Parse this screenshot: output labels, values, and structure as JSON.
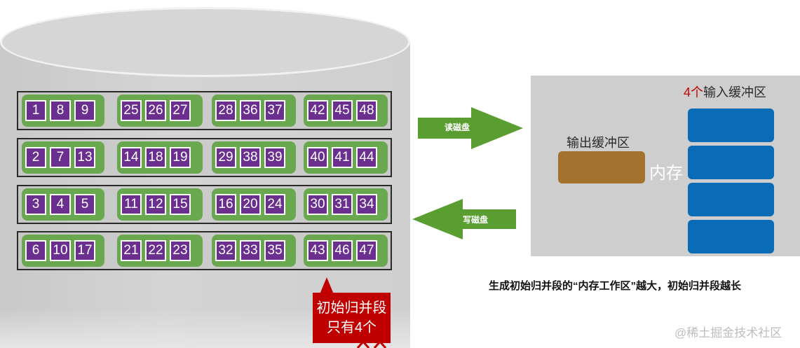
{
  "disk": {
    "rows": [
      {
        "groups": [
          [
            "1",
            "8",
            "9"
          ],
          [
            "25",
            "26",
            "27"
          ],
          [
            "28",
            "36",
            "37"
          ],
          [
            "42",
            "45",
            "48"
          ]
        ]
      },
      {
        "groups": [
          [
            "2",
            "7",
            "13"
          ],
          [
            "14",
            "18",
            "19"
          ],
          [
            "29",
            "38",
            "39"
          ],
          [
            "40",
            "41",
            "44"
          ]
        ]
      },
      {
        "groups": [
          [
            "3",
            "4",
            "5"
          ],
          [
            "11",
            "12",
            "15"
          ],
          [
            "16",
            "20",
            "24"
          ],
          [
            "30",
            "31",
            "34"
          ]
        ]
      },
      {
        "groups": [
          [
            "6",
            "10",
            "17"
          ],
          [
            "21",
            "22",
            "23"
          ],
          [
            "32",
            "33",
            "35"
          ],
          [
            "43",
            "46",
            "47"
          ]
        ]
      }
    ]
  },
  "arrows": {
    "read_label": "读磁盘",
    "write_label": "写磁盘"
  },
  "memory": {
    "output_buffer_label": "输出缓冲区",
    "memory_label": "内存",
    "input_title_count": "4个",
    "input_title_text": "输入缓冲区",
    "input_buffer_count": 4
  },
  "caption": "生成初始归并段的“内存工作区”越大，初始归并段越长",
  "callout": {
    "line1": "初始归并段",
    "line2": "只有4个"
  },
  "watermark": "@稀土掘金技术社区",
  "colors": {
    "cell": "#6b2f90",
    "group": "#6aa84f",
    "arrow": "#5a9e32",
    "output_buffer": "#a3722f",
    "input_buffer": "#0a6bb6",
    "callout": "#c00000"
  }
}
